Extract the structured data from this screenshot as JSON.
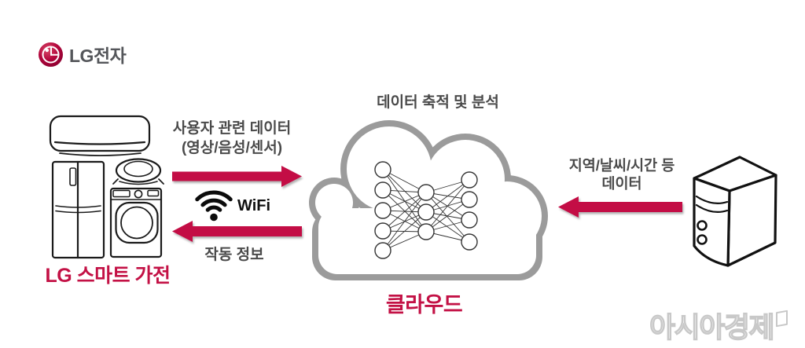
{
  "brand": {
    "logo_text": "LG전자",
    "logo_icon": "lg-circle-logo"
  },
  "colors": {
    "accent": "#C31145",
    "text_gray": "#4A4A4A",
    "cloud_gray": "#9B9B9B",
    "icon_black": "#111111",
    "watermark_outline": "#C8C8C8",
    "logo_red": "#A50034",
    "brand_text": "#54565A"
  },
  "appliances": {
    "label": "LG 스마트 가전",
    "icons": [
      "air-conditioner-icon",
      "refrigerator-icon",
      "robot-vacuum-icon",
      "washing-machine-icon"
    ]
  },
  "uplink_arrow": {
    "line1": "사용자 관련 데이터",
    "line2": "(영상/음성/센서)",
    "direction": "right"
  },
  "wifi": {
    "label": "WiFi",
    "icon": "wifi-icon"
  },
  "downlink_arrow": {
    "label": "작동 정보",
    "direction": "left"
  },
  "cloud": {
    "caption": "데이터 축적 및 분석",
    "label": "클라우드",
    "icon": "neural-network-icon",
    "network_layers": [
      5,
      3,
      4
    ]
  },
  "external_source": {
    "line1": "지역/날씨/시간 등",
    "line2": "데이터",
    "direction": "left",
    "icon": "server-icon"
  },
  "watermark": {
    "label": "아시아경제"
  }
}
